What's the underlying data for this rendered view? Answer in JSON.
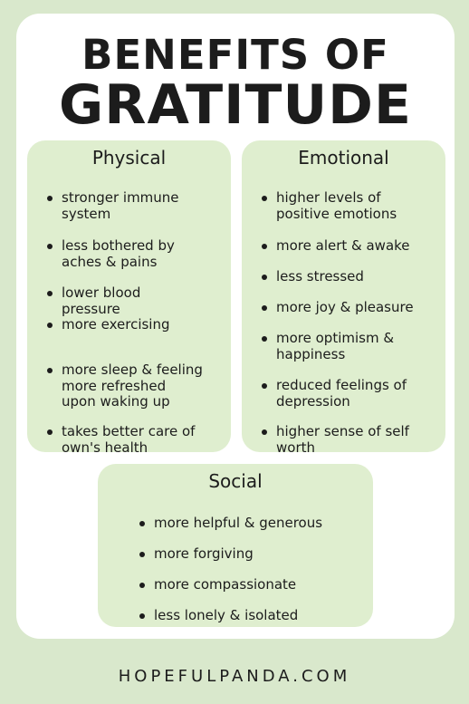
{
  "title_line1": "BENEFITS OF",
  "title_line2": "GRATITUDE",
  "physical": {
    "heading": "Physical",
    "items": [
      [
        "stronger immune",
        "system"
      ],
      [
        "less bothered by",
        "aches & pains"
      ],
      [
        "lower blood",
        "pressure"
      ],
      [
        "more exercising"
      ],
      [
        "more sleep & feeling",
        "more refreshed",
        "upon waking up"
      ],
      [
        "takes better care of",
        "own's health"
      ]
    ]
  },
  "emotional": {
    "heading": "Emotional",
    "items": [
      [
        "higher levels of",
        "positive emotions"
      ],
      [
        "more alert & awake"
      ],
      [
        "less stressed"
      ],
      [
        "more joy & pleasure"
      ],
      [
        "more optimism &",
        "happiness"
      ],
      [
        "reduced feelings of",
        "depression"
      ],
      [
        "higher sense of self",
        "worth"
      ]
    ]
  },
  "social": {
    "heading": "Social",
    "items": [
      [
        "more helpful & generous"
      ],
      [
        "more forgiving"
      ],
      [
        "more compassionate"
      ],
      [
        "less lonely & isolated"
      ]
    ]
  },
  "footer": "HOPEFULPANDA.COM",
  "colors": {
    "background": "#d9e8cc",
    "card": "#ffffff",
    "box": "#dfeecf",
    "text": "#1c1c1c"
  }
}
